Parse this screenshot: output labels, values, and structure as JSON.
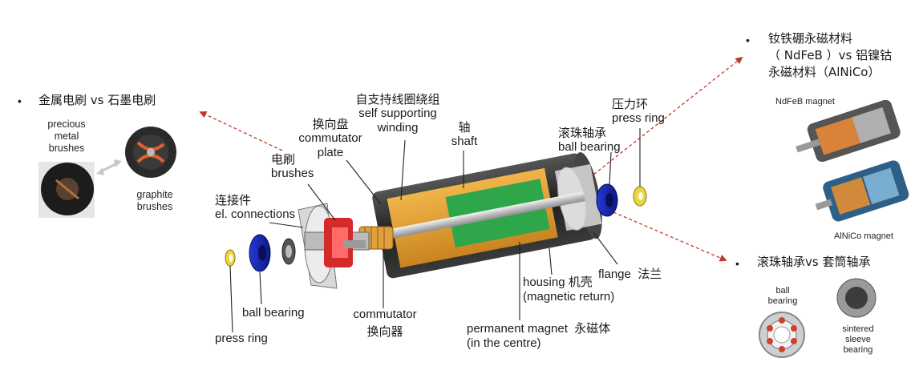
{
  "labels": {
    "self_supporting_cn": "自支持线圈绕组",
    "self_supporting_en1": "self supporting",
    "self_supporting_en2": "winding",
    "shaft_cn": "轴",
    "shaft_en": "shaft",
    "commutator_plate_cn": "换向盘",
    "commutator_plate_en1": "commutator",
    "commutator_plate_en2": "plate",
    "brushes_cn": "电刷",
    "brushes_en": "brushes",
    "connections_cn": "连接件",
    "connections_en": "el. connections",
    "ball_bearing_left": "ball bearing",
    "press_ring_left": "press ring",
    "commutator_en": "commutator",
    "commutator_cn": "换向器",
    "permanent_magnet": "permanent magnet",
    "permanent_magnet_cn": "永磁体",
    "in_centre": "(in the centre)",
    "housing": "housing",
    "housing_cn": "机壳",
    "magnetic_return": "(magnetic return)",
    "flange": "flange",
    "flange_cn": "法兰",
    "press_ring_top_cn": "压力环",
    "press_ring_top_en": "press ring",
    "ball_bearing_top_cn": "滚珠轴承",
    "ball_bearing_top_en": "ball bearing"
  },
  "left_panel": {
    "bullet": "•",
    "heading": "金属电刷 vs 石墨电刷",
    "precious1": "precious",
    "precious2": "metal",
    "precious3": "brushes",
    "graphite1": "graphite",
    "graphite2": "brushes"
  },
  "top_right_panel": {
    "bullet": "•",
    "line1": "钕铁硼永磁材料",
    "line2": "（ NdFeB ）vs 铝镍钴",
    "line3": "永磁材料（AlNiCo）",
    "ndfeb_label": "NdFeB magnet",
    "alnico_label": "AlNiCo magnet"
  },
  "bottom_right_panel": {
    "bullet": "•",
    "heading": "滚珠轴承vs 套筒轴承",
    "ball1": "ball",
    "ball2": "bearing",
    "sintered1": "sintered",
    "sintered2": "sleeve",
    "sintered3": "bearing"
  },
  "colors": {
    "housing": "#2b2b2b",
    "winding": "#e8a33a",
    "magnet": "#2fa64a",
    "brush_red": "#d42a2a",
    "bearing_blue": "#1a2fc0",
    "ring_yellow": "#e8d640",
    "arrow_red": "#c0392b"
  }
}
